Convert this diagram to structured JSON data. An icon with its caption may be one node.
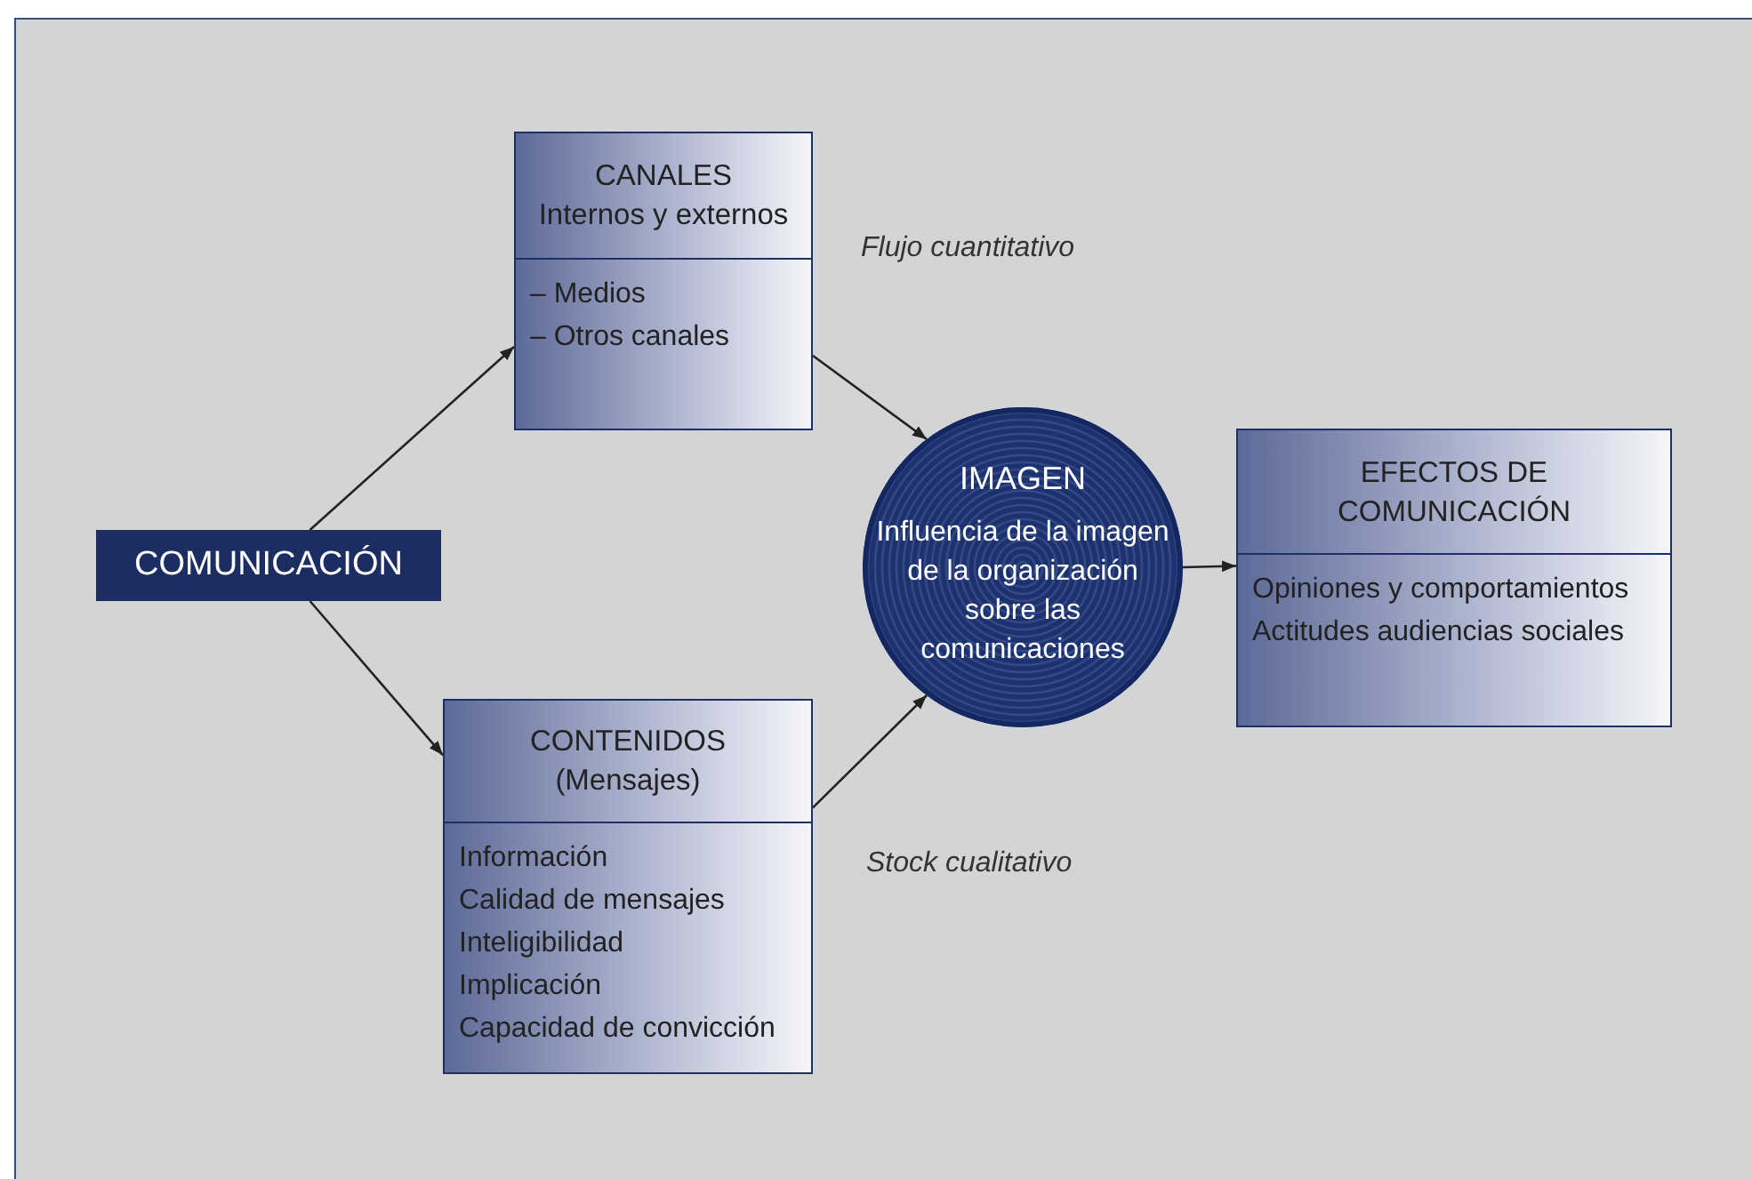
{
  "diagram": {
    "nodes": [
      {
        "text": [
          "COMUNICACIÓN"
        ]
      },
      {
        "text": [
          "CANALES",
          "Internos y externos",
          "– Medios",
          "– Otros canales"
        ]
      },
      {
        "text": [
          "CONTENIDOS",
          "(Mensajes)",
          "Información",
          "Calidad de mensajes",
          "Inteligibilidad",
          "Implicación",
          "Capacidad de convicción"
        ]
      },
      {
        "text": [
          "IMAGEN",
          "Influencia de la imagen de la organización sobre las comunicaciones"
        ]
      },
      {
        "text": [
          "EFECTOS DE COMUNICACIÓN",
          "Opiniones y comportamientos",
          "Actitudes audiencias sociales"
        ]
      }
    ],
    "edges": [
      {
        "from": 0,
        "to": 1,
        "arrow": "to"
      },
      {
        "from": 0,
        "to": 2,
        "arrow": "to"
      },
      {
        "from": 1,
        "to": 3,
        "arrow": "to"
      },
      {
        "from": 2,
        "to": 3,
        "arrow": "to"
      },
      {
        "from": 3,
        "to": 4,
        "arrow": "to"
      }
    ],
    "labels": [
      "Flujo cuantitativo",
      "Stock cualitativo"
    ]
  }
}
